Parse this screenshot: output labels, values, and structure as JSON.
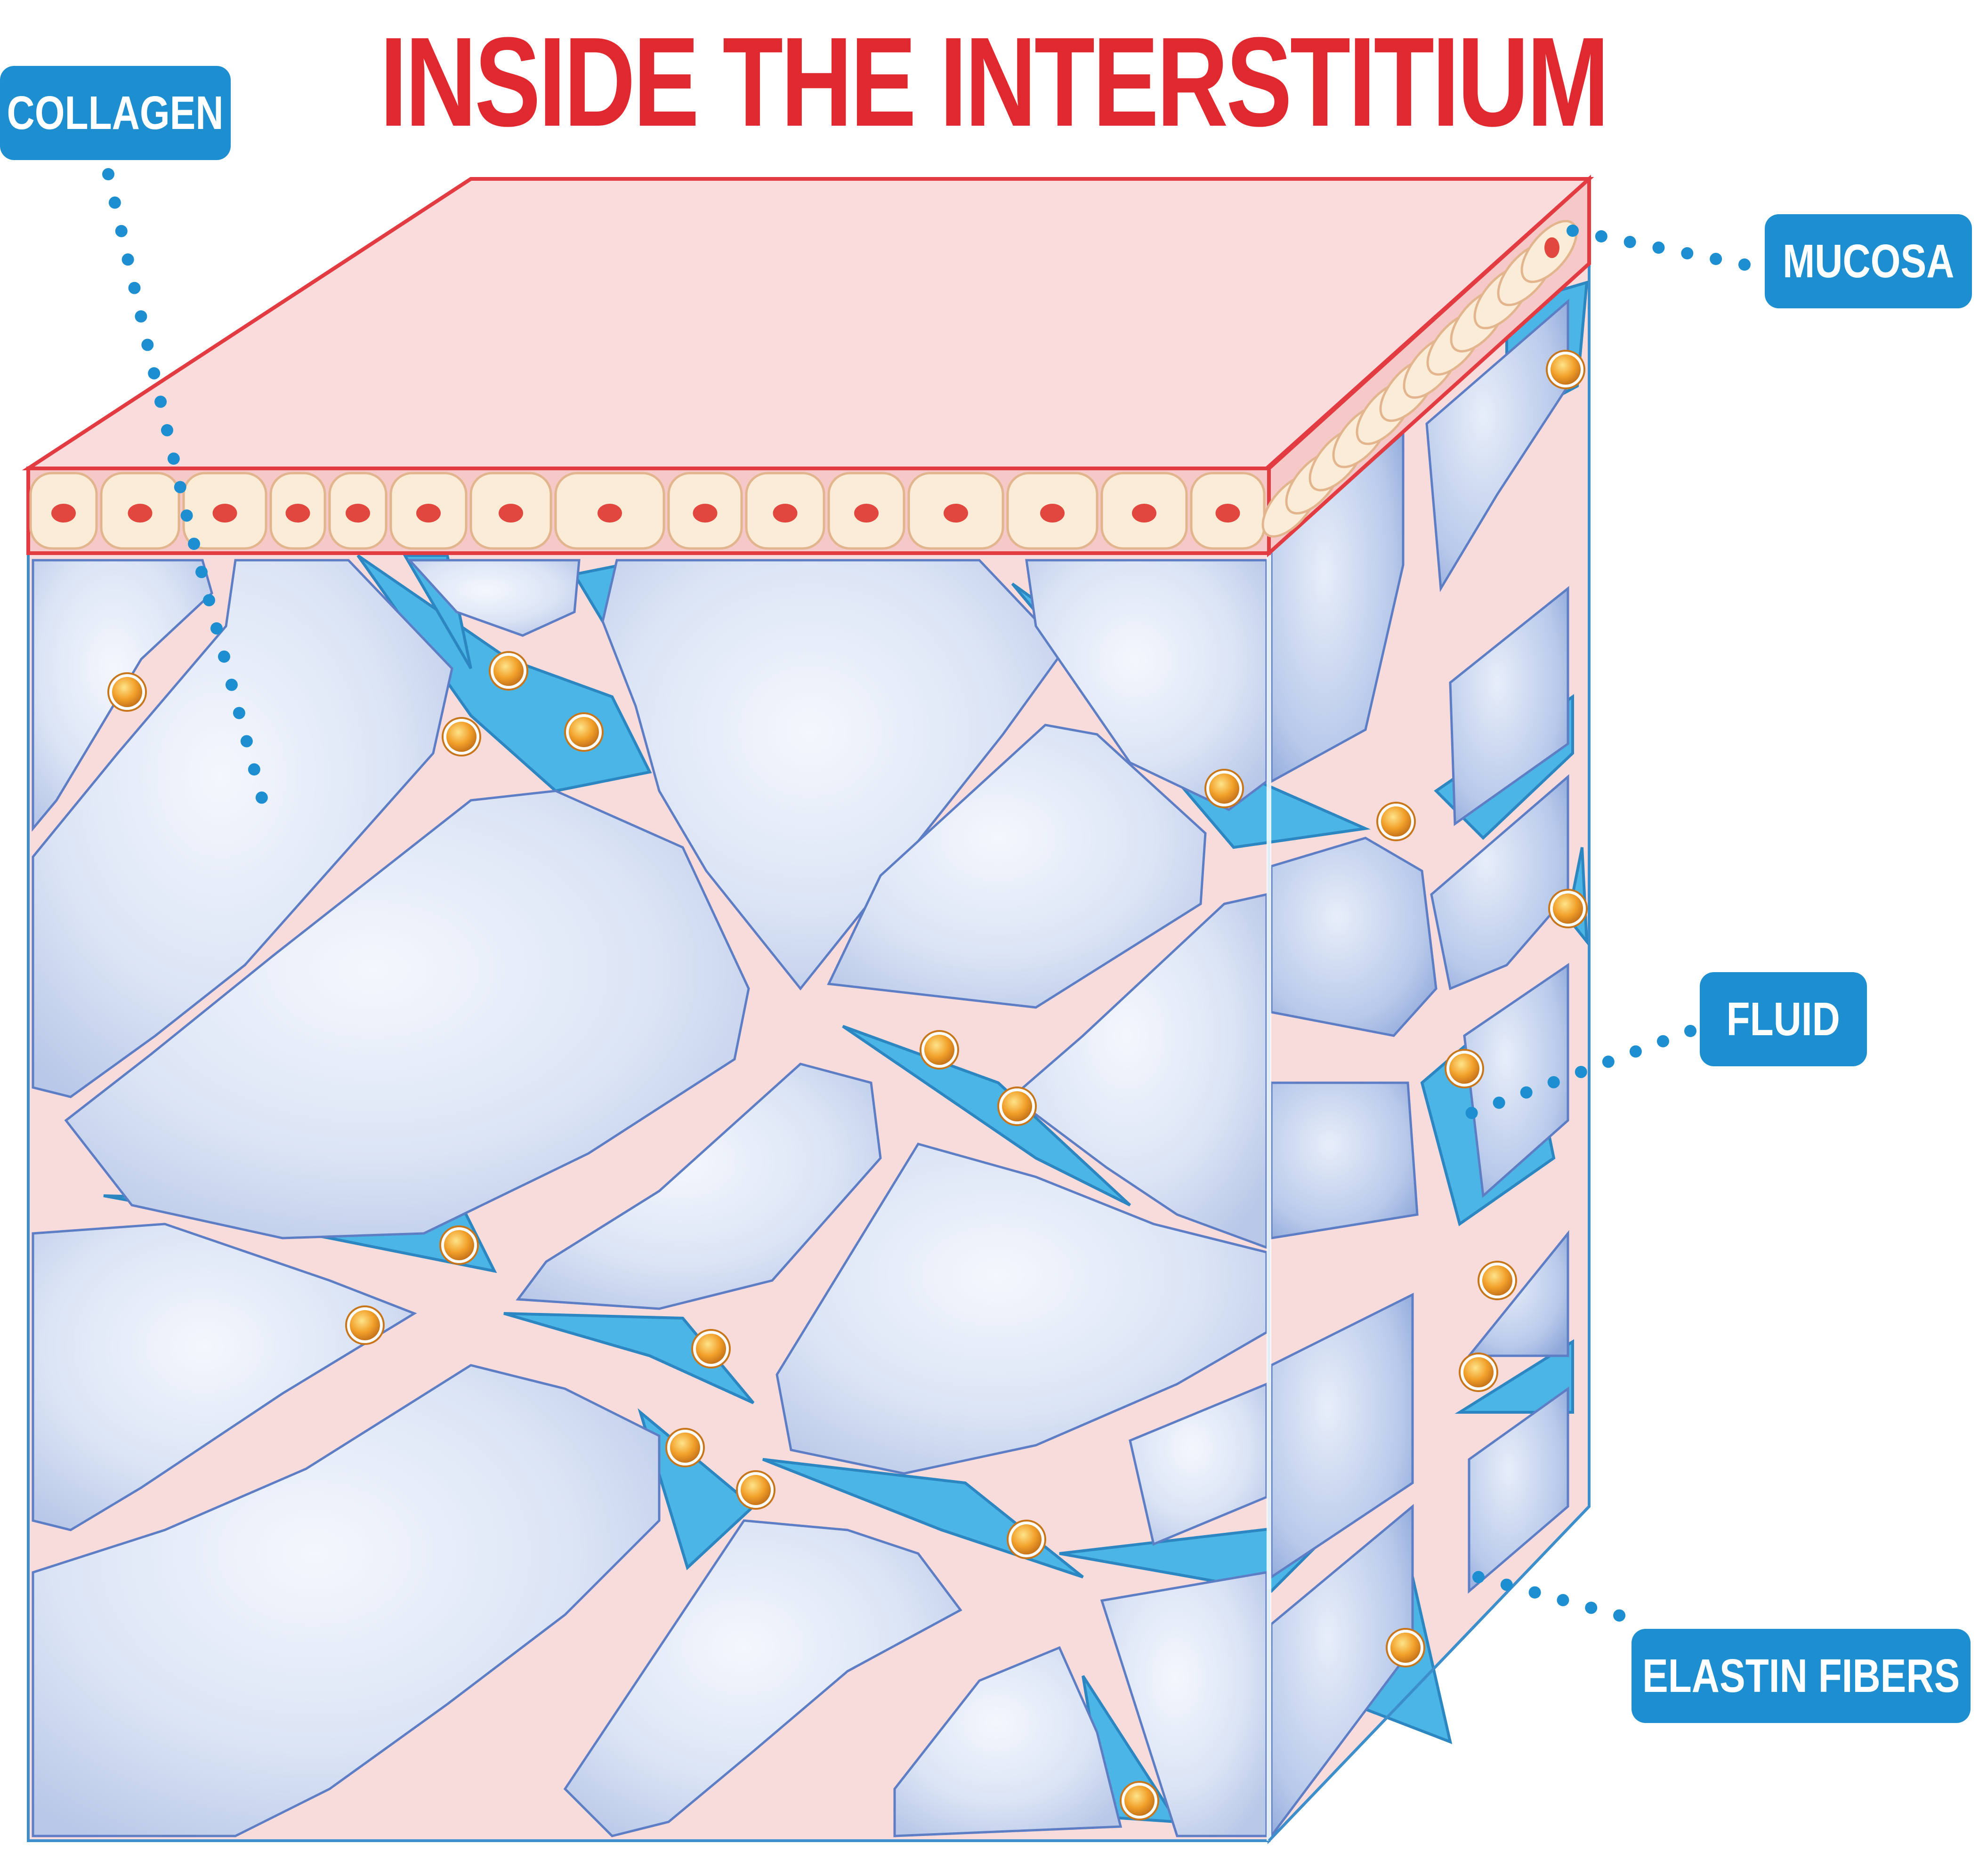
{
  "title": "INSIDE THE INTERSTITIUM",
  "labels": {
    "collagen": "COLLAGEN",
    "mucosa": "MUCOSA",
    "fluid": "FLUID",
    "elastin_fibers": "ELASTIN FIBERS"
  },
  "colors": {
    "title": "#e0282f",
    "label_background": "#1d8fd1",
    "label_text": "#ffffff",
    "mucosa_top": "#fadcdc",
    "mucosa_edge": "#e23c42",
    "epithelial_cell": "#fbecd8",
    "nucleus": "#e2473f",
    "fluid_compartment": "#dfe7f6",
    "elastin_fiber": "#4bb5e5",
    "collagen_bundle": "#f8dcdc",
    "cell_body": "#f2a02a",
    "leader_dots": "#1d8fd1"
  },
  "icons": {
    "leader_line": "dotted-leader-line",
    "cell": "orange-cell-icon"
  }
}
